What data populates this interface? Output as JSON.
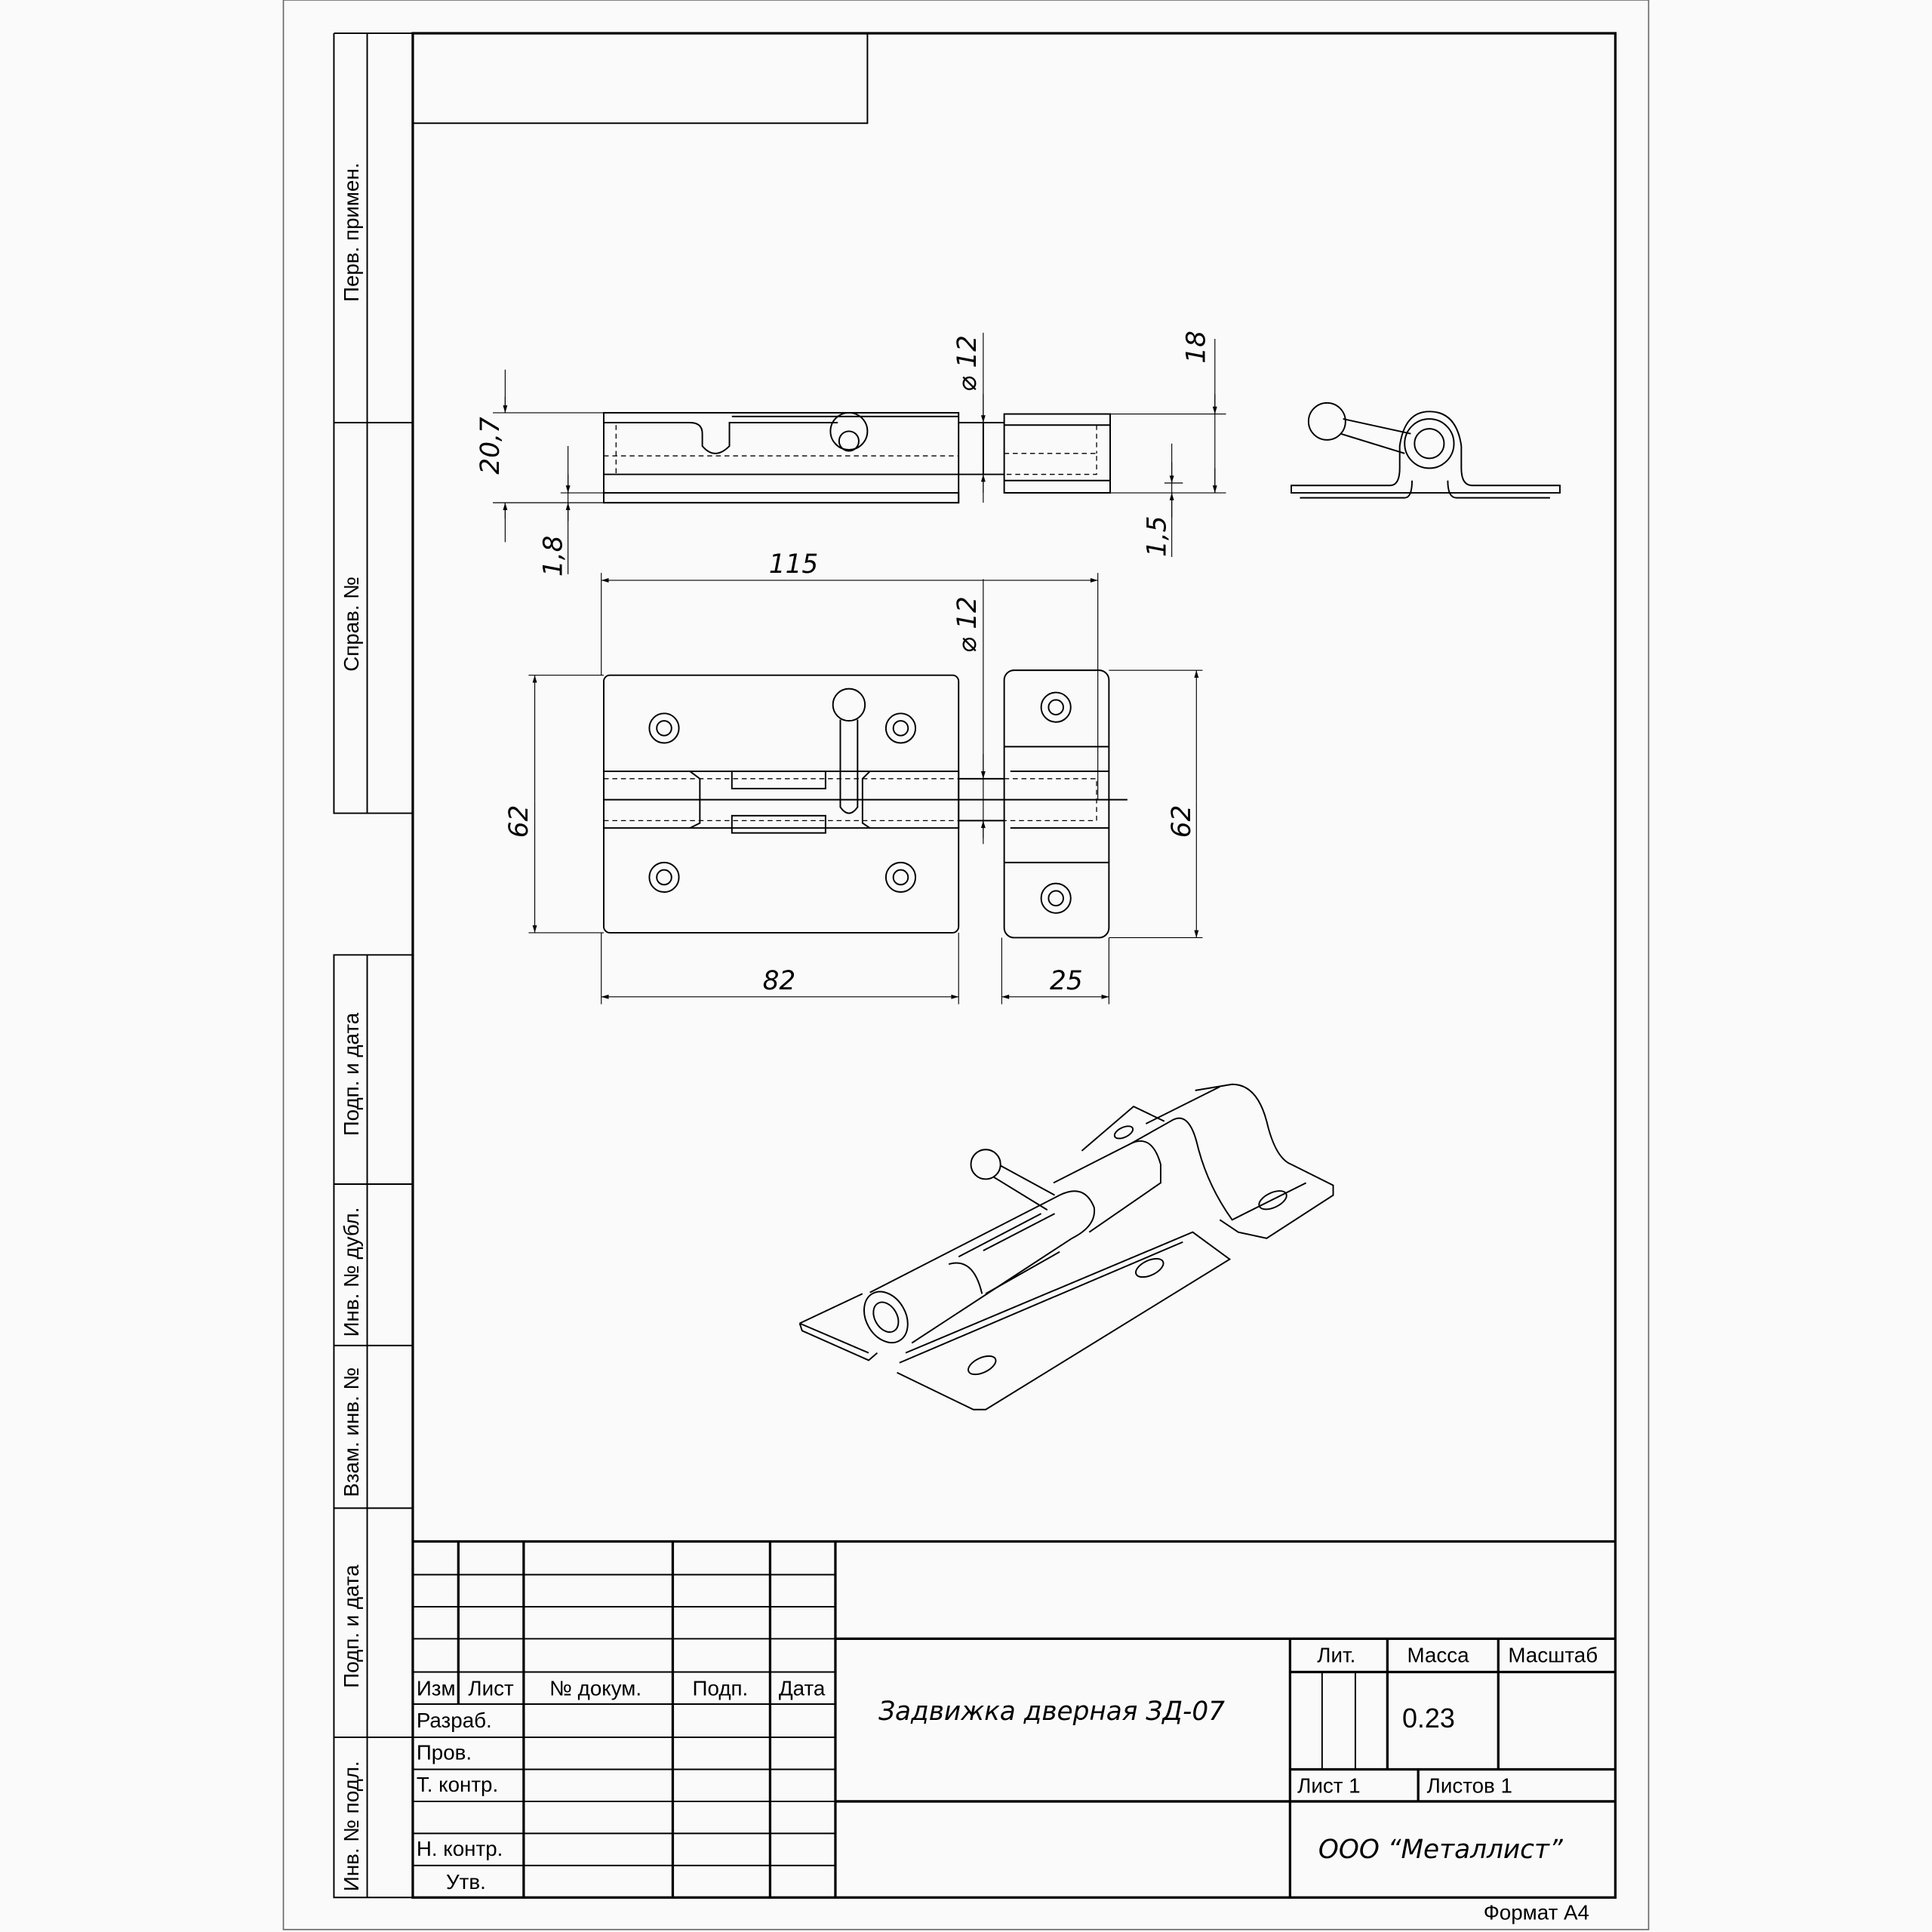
{
  "side_strip": {
    "perv_primen": "Перв. примен.",
    "sprav_no": "Справ. №",
    "podp_data_1": "Подп. и дата",
    "inv_dubl": "Инв. № дубл.",
    "vzam_inv": "Взам. инв. №",
    "podp_data_2": "Подп. и дата",
    "inv_podl": "Инв. № подл."
  },
  "dimensions": {
    "d_20_7": "20,7",
    "d_1_8": "1,8",
    "d_dia12_top": "⌀ 12",
    "d_18": "18",
    "d_1_5": "1,5",
    "d_115": "115",
    "d_dia12_plan": "⌀ 12",
    "d_62_left": "62",
    "d_62_right": "62",
    "d_82": "82",
    "d_25": "25"
  },
  "title_block": {
    "headers": [
      "Изм.",
      "Лист",
      "№ докум.",
      "Подп.",
      "Дата"
    ],
    "roles": [
      "Разраб.",
      "Пров.",
      "Т. контр.",
      "",
      "Н. контр.",
      "Утв."
    ],
    "title": "Задвижка дверная ЗД-07",
    "lit_label": "Лит.",
    "mass_label": "Масса",
    "scale_label": "Масштаб",
    "mass_value": "0.23",
    "sheet": "Лист 1",
    "sheets": "Листов 1",
    "company": "ООО “Металлист”",
    "format": "Формат А4"
  }
}
